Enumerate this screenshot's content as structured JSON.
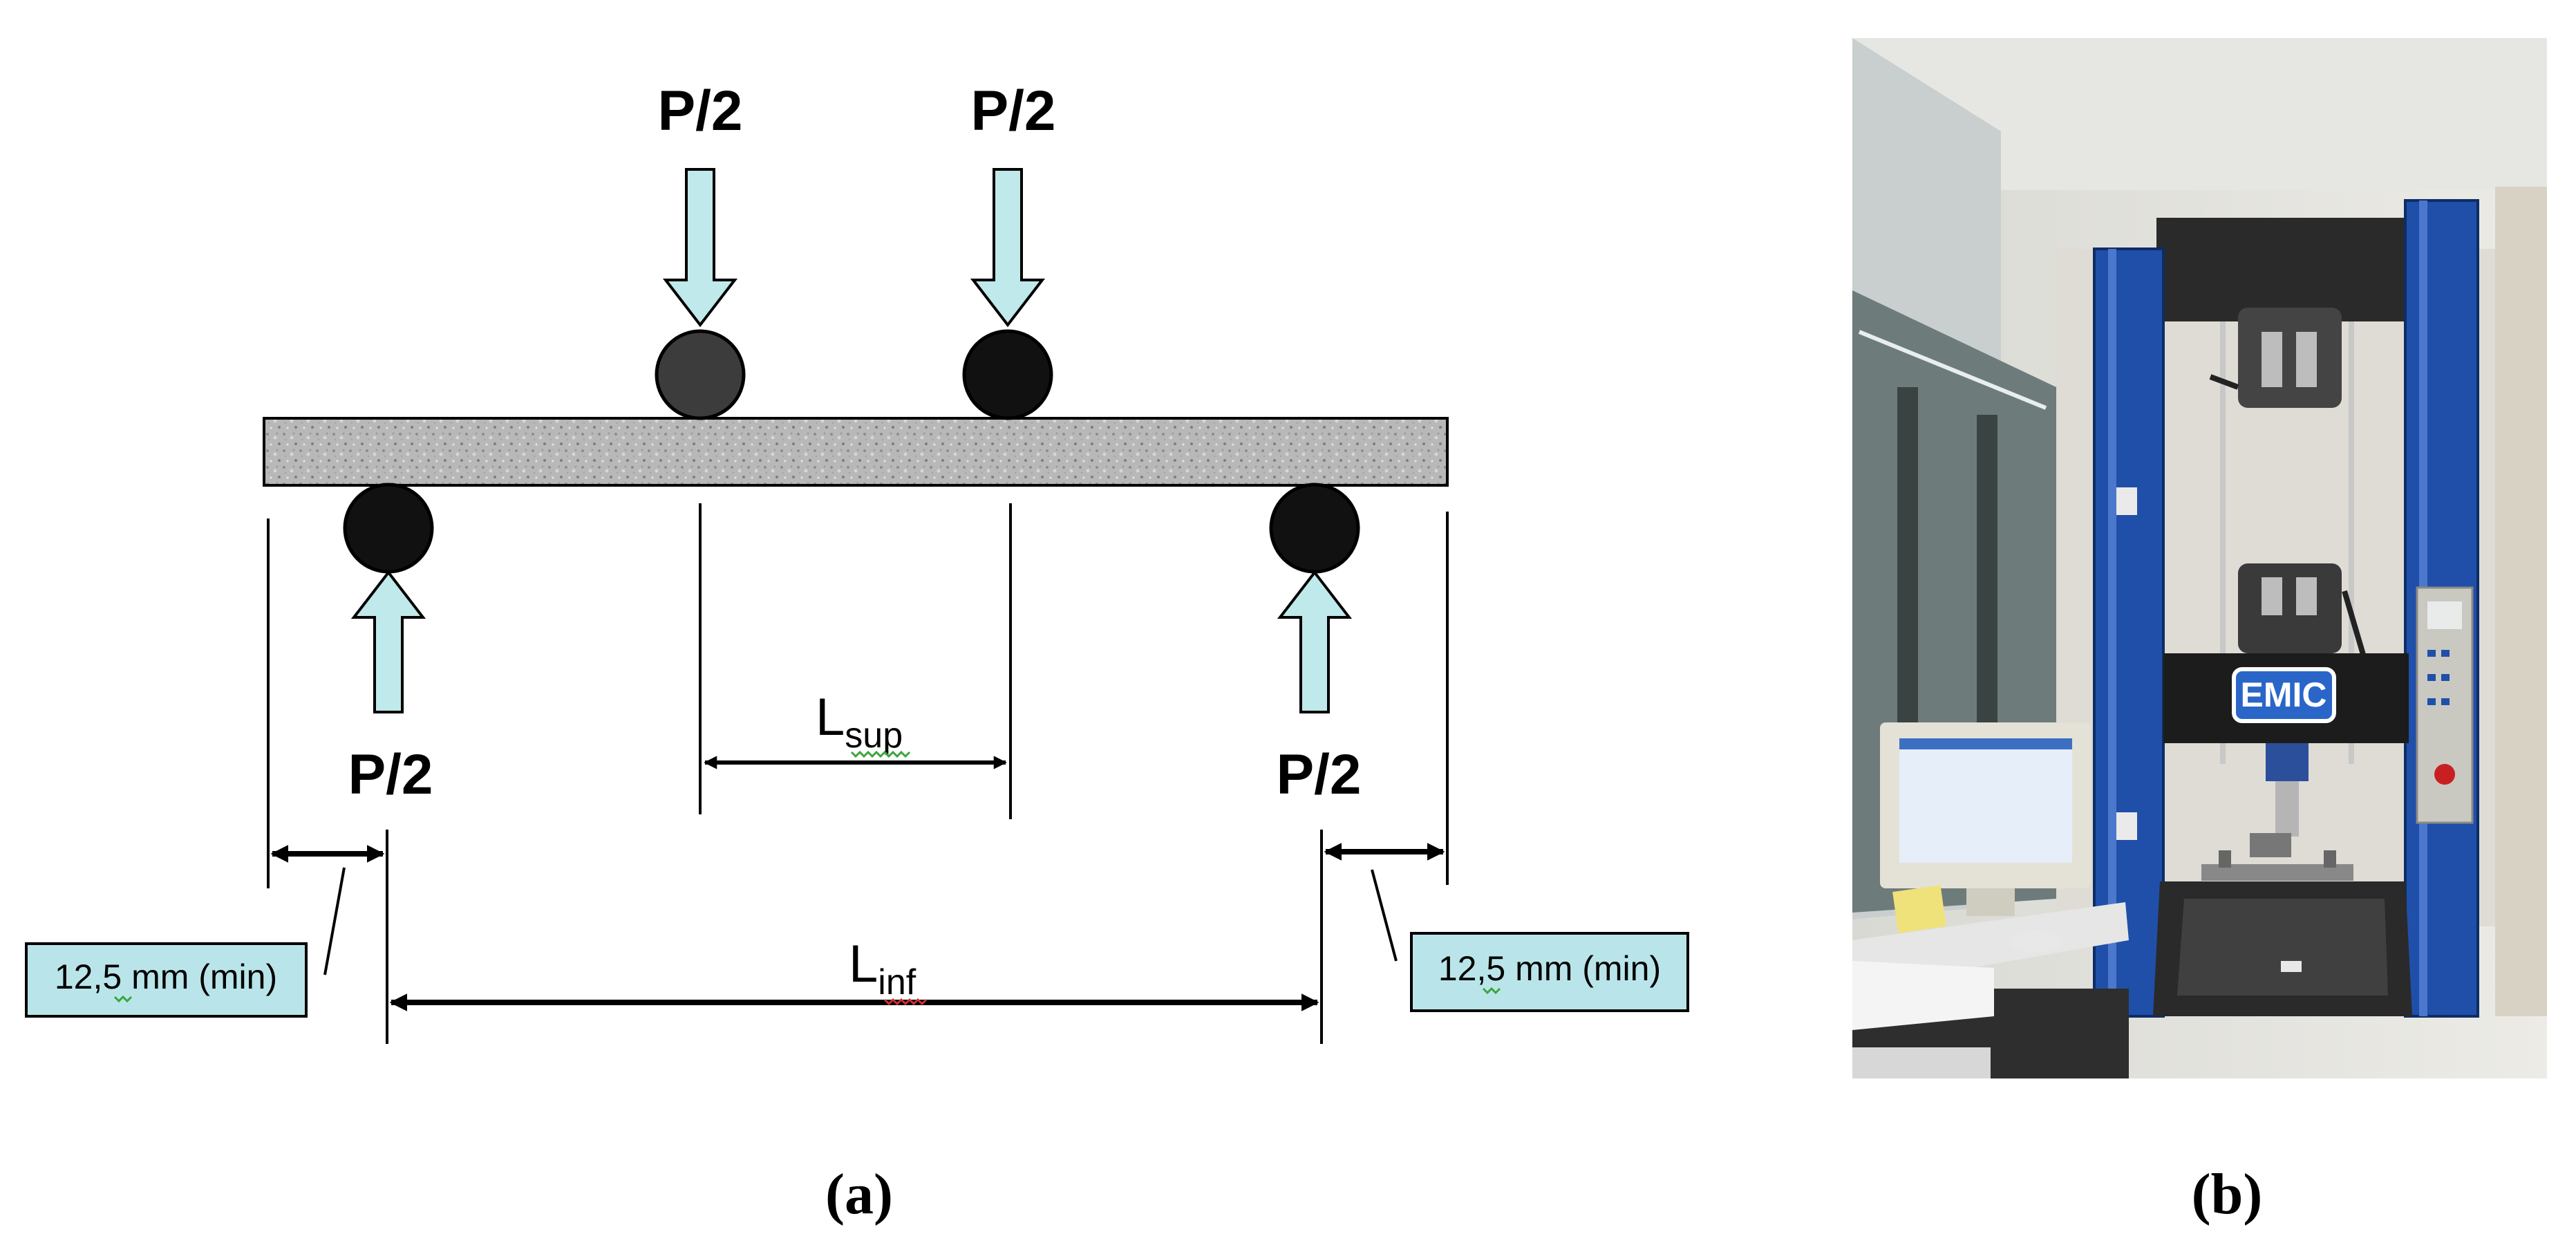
{
  "diagram": {
    "load_label": "P/2",
    "lsup_main": "L",
    "lsup_sub": "sup",
    "linf_main": "L",
    "linf_sub": "inf",
    "min_overhang_left": "12,5 mm (min)",
    "min_overhang_right": "12,5 mm (min)",
    "caption_a": "(a)"
  },
  "photo": {
    "machine_logo": "EMIC",
    "caption_b": "(b)"
  },
  "colors": {
    "arrow_fill": "#bfe9ea",
    "label_box_fill": "#b9e5ea",
    "machine_blue": "#1f4fa8",
    "roller": "#111111"
  }
}
